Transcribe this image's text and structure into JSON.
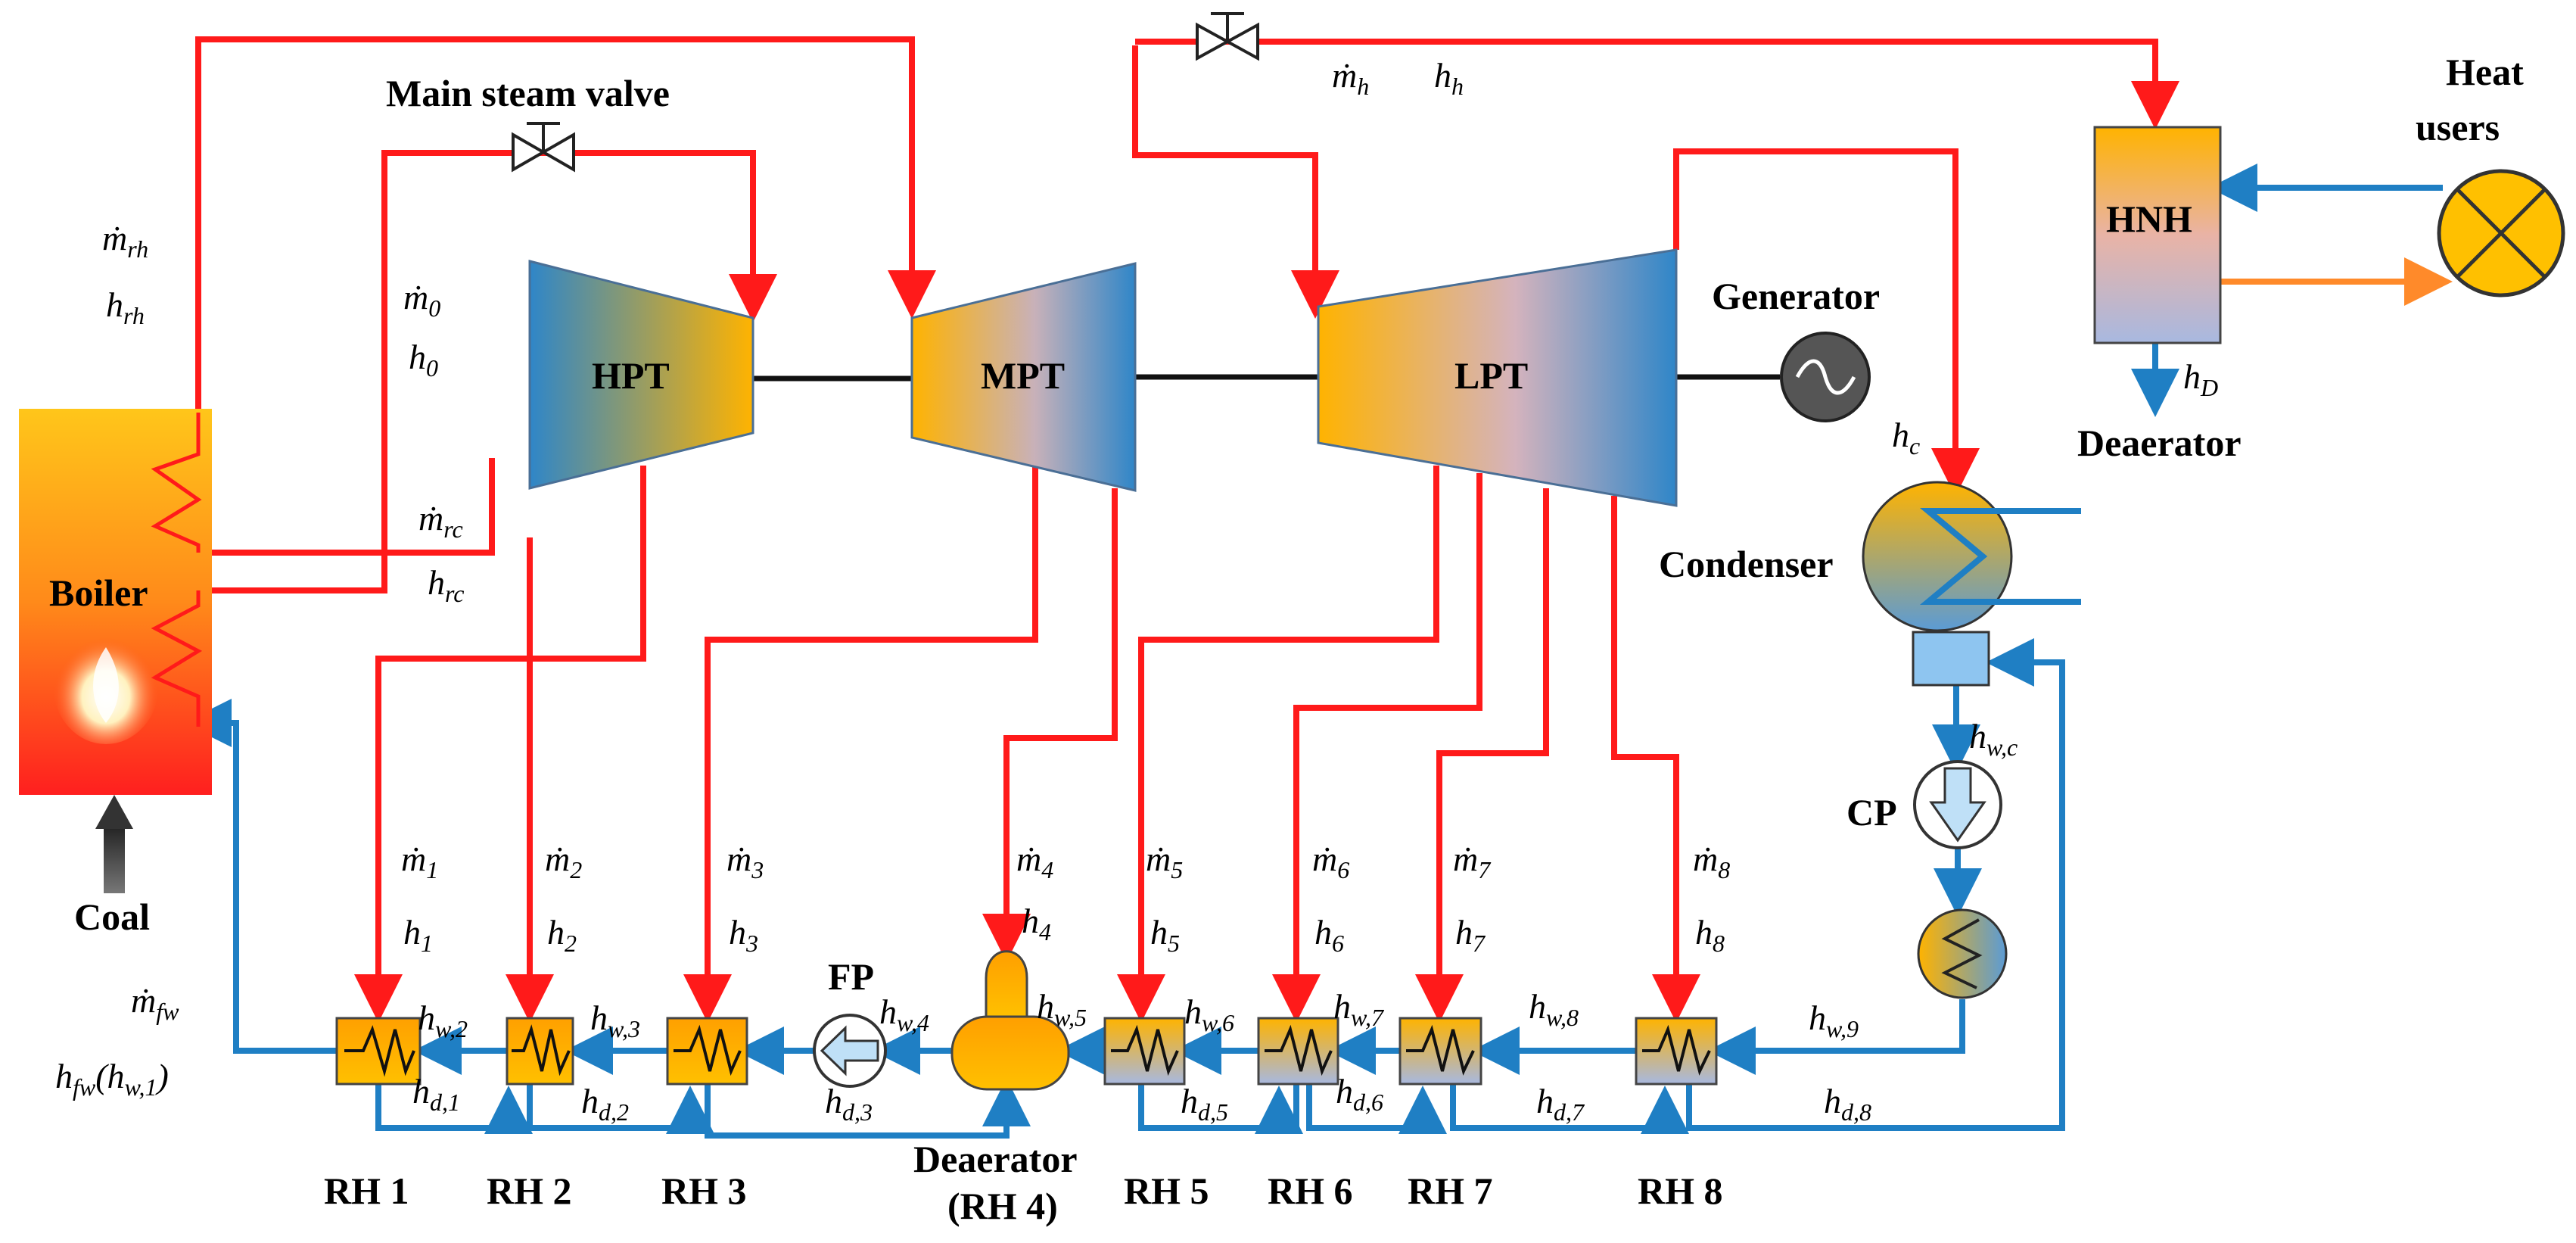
{
  "components": {
    "boiler": "Boiler",
    "coal": "Coal",
    "hpt": "HPT",
    "mpt": "MPT",
    "lpt": "LPT",
    "generator": "Generator",
    "condenser": "Condenser",
    "cp": "CP",
    "fp": "FP",
    "hnh": "HNH",
    "heat_users_1": "Heat",
    "heat_users_2": "users",
    "deaerator_top": "Deaerator",
    "main_steam_valve": "Main steam valve",
    "deaerator_bottom_1": "Deaerator",
    "deaerator_bottom_2": "(RH 4)"
  },
  "heaters": [
    "RH 1",
    "RH 2",
    "RH 3",
    "RH 5",
    "RH 6",
    "RH 7",
    "RH 8"
  ],
  "symbols": {
    "m_rh": {
      "base": "ṁ",
      "sub": "rh"
    },
    "h_rh": {
      "base": "h",
      "sub": "rh"
    },
    "m_0": {
      "base": "ṁ",
      "sub": "0"
    },
    "h_0": {
      "base": "h",
      "sub": "0"
    },
    "m_rc": {
      "base": "ṁ",
      "sub": "rc"
    },
    "h_rc": {
      "base": "h",
      "sub": "rc"
    },
    "m_h": {
      "base": "ṁ",
      "sub": "h"
    },
    "h_h": {
      "base": "h",
      "sub": "h"
    },
    "h_D": {
      "base": "h",
      "sub": "D"
    },
    "h_c": {
      "base": "h",
      "sub": "c"
    },
    "h_wc": {
      "base": "h",
      "sub": "w,c"
    },
    "m_fw": {
      "base": "ṁ",
      "sub": "fw"
    },
    "h_fw": {
      "base": "h",
      "sub": "fw",
      "tail_base": "(h",
      "tail_sub": "w,1",
      "tail_end": ")"
    },
    "m_1": {
      "base": "ṁ",
      "sub": "1"
    },
    "h_1": {
      "base": "h",
      "sub": "1"
    },
    "m_2": {
      "base": "ṁ",
      "sub": "2"
    },
    "h_2": {
      "base": "h",
      "sub": "2"
    },
    "m_3": {
      "base": "ṁ",
      "sub": "3"
    },
    "h_3": {
      "base": "h",
      "sub": "3"
    },
    "m_4": {
      "base": "ṁ",
      "sub": "4"
    },
    "h_4": {
      "base": "h",
      "sub": "4"
    },
    "m_5": {
      "base": "ṁ",
      "sub": "5"
    },
    "h_5": {
      "base": "h",
      "sub": "5"
    },
    "m_6": {
      "base": "ṁ",
      "sub": "6"
    },
    "h_6": {
      "base": "h",
      "sub": "6"
    },
    "m_7": {
      "base": "ṁ",
      "sub": "7"
    },
    "h_7": {
      "base": "h",
      "sub": "7"
    },
    "m_8": {
      "base": "ṁ",
      "sub": "8"
    },
    "h_8": {
      "base": "h",
      "sub": "8"
    },
    "h_w2": {
      "base": "h",
      "sub": "w,2"
    },
    "h_w3": {
      "base": "h",
      "sub": "w,3"
    },
    "h_w4": {
      "base": "h",
      "sub": "w,4"
    },
    "h_w5": {
      "base": "h",
      "sub": "w,5"
    },
    "h_w6": {
      "base": "h",
      "sub": "w,6"
    },
    "h_w7": {
      "base": "h",
      "sub": "w,7"
    },
    "h_w8": {
      "base": "h",
      "sub": "w,8"
    },
    "h_w9": {
      "base": "h",
      "sub": "w,9"
    },
    "h_d1": {
      "base": "h",
      "sub": "d,1"
    },
    "h_d2": {
      "base": "h",
      "sub": "d,2"
    },
    "h_d3": {
      "base": "h",
      "sub": "d,3"
    },
    "h_d5": {
      "base": "h",
      "sub": "d,5"
    },
    "h_d6": {
      "base": "h",
      "sub": "d,6"
    },
    "h_d7": {
      "base": "h",
      "sub": "d,7"
    },
    "h_d8": {
      "base": "h",
      "sub": "d,8"
    }
  },
  "colors": {
    "steam_line": "#ff1a1a",
    "water_line": "#1f7fc4",
    "heat_supply_line": "#ff8a2a",
    "turbine_orange": "#ffb300",
    "turbine_blue": "#2f86c8"
  }
}
